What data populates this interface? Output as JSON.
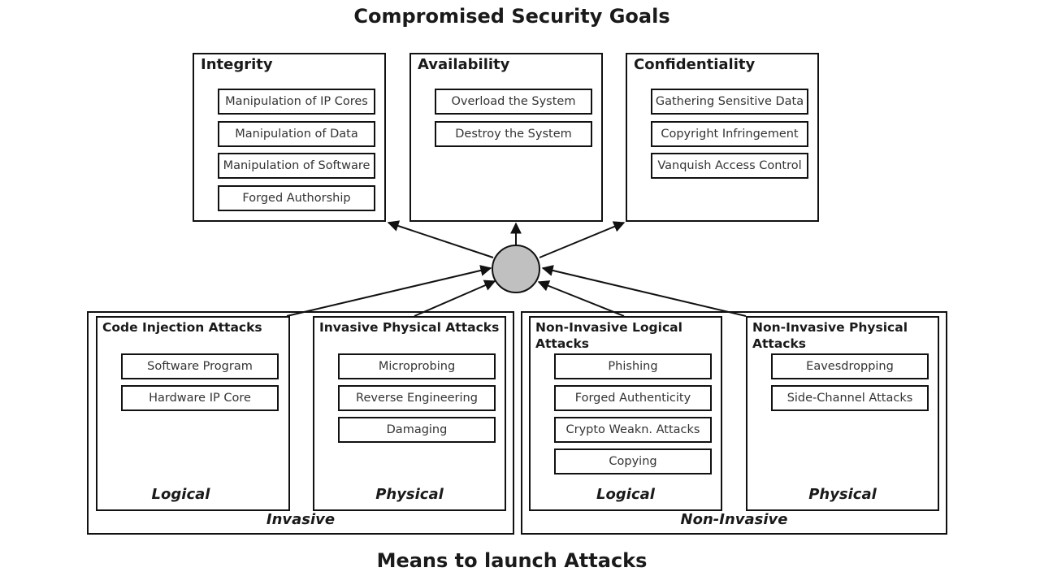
{
  "top_title": "Compromised Security Goals",
  "bottom_title": "Means to launch Attacks",
  "goals": [
    {
      "title": "Integrity",
      "items": [
        "Manipulation of IP Cores",
        "Manipulation of Data",
        "Manipulation of Software",
        "Forged Authorship"
      ]
    },
    {
      "title": "Availability",
      "items": [
        "Overload the System",
        "Destroy the System"
      ]
    },
    {
      "title": "Confidentiality",
      "items": [
        "Gathering Sensitive Data",
        "Copyright Infringement",
        "Vanquish Access Control"
      ]
    }
  ],
  "means": [
    {
      "label": "Invasive",
      "groups": [
        {
          "title": "Code Injection Attacks",
          "kind": "Logical",
          "items": [
            "Software Program",
            "Hardware IP Core"
          ]
        },
        {
          "title": "Invasive Physical Attacks",
          "kind": "Physical",
          "items": [
            "Microprobing",
            "Reverse Engineering",
            "Damaging"
          ]
        }
      ]
    },
    {
      "label": "Non-Invasive",
      "groups": [
        {
          "title": "Non-Invasive Logical Attacks",
          "kind": "Logical",
          "items": [
            "Phishing",
            "Forged Authenticity",
            "Crypto Weakn. Attacks",
            "Copying"
          ]
        },
        {
          "title": "Non-Invasive Physical Attacks",
          "kind": "Physical",
          "items": [
            "Eavesdropping",
            "Side-Channel Attacks"
          ]
        }
      ]
    }
  ],
  "colors": {
    "hub_fill": "#c0c0c0",
    "stroke": "#111111"
  }
}
